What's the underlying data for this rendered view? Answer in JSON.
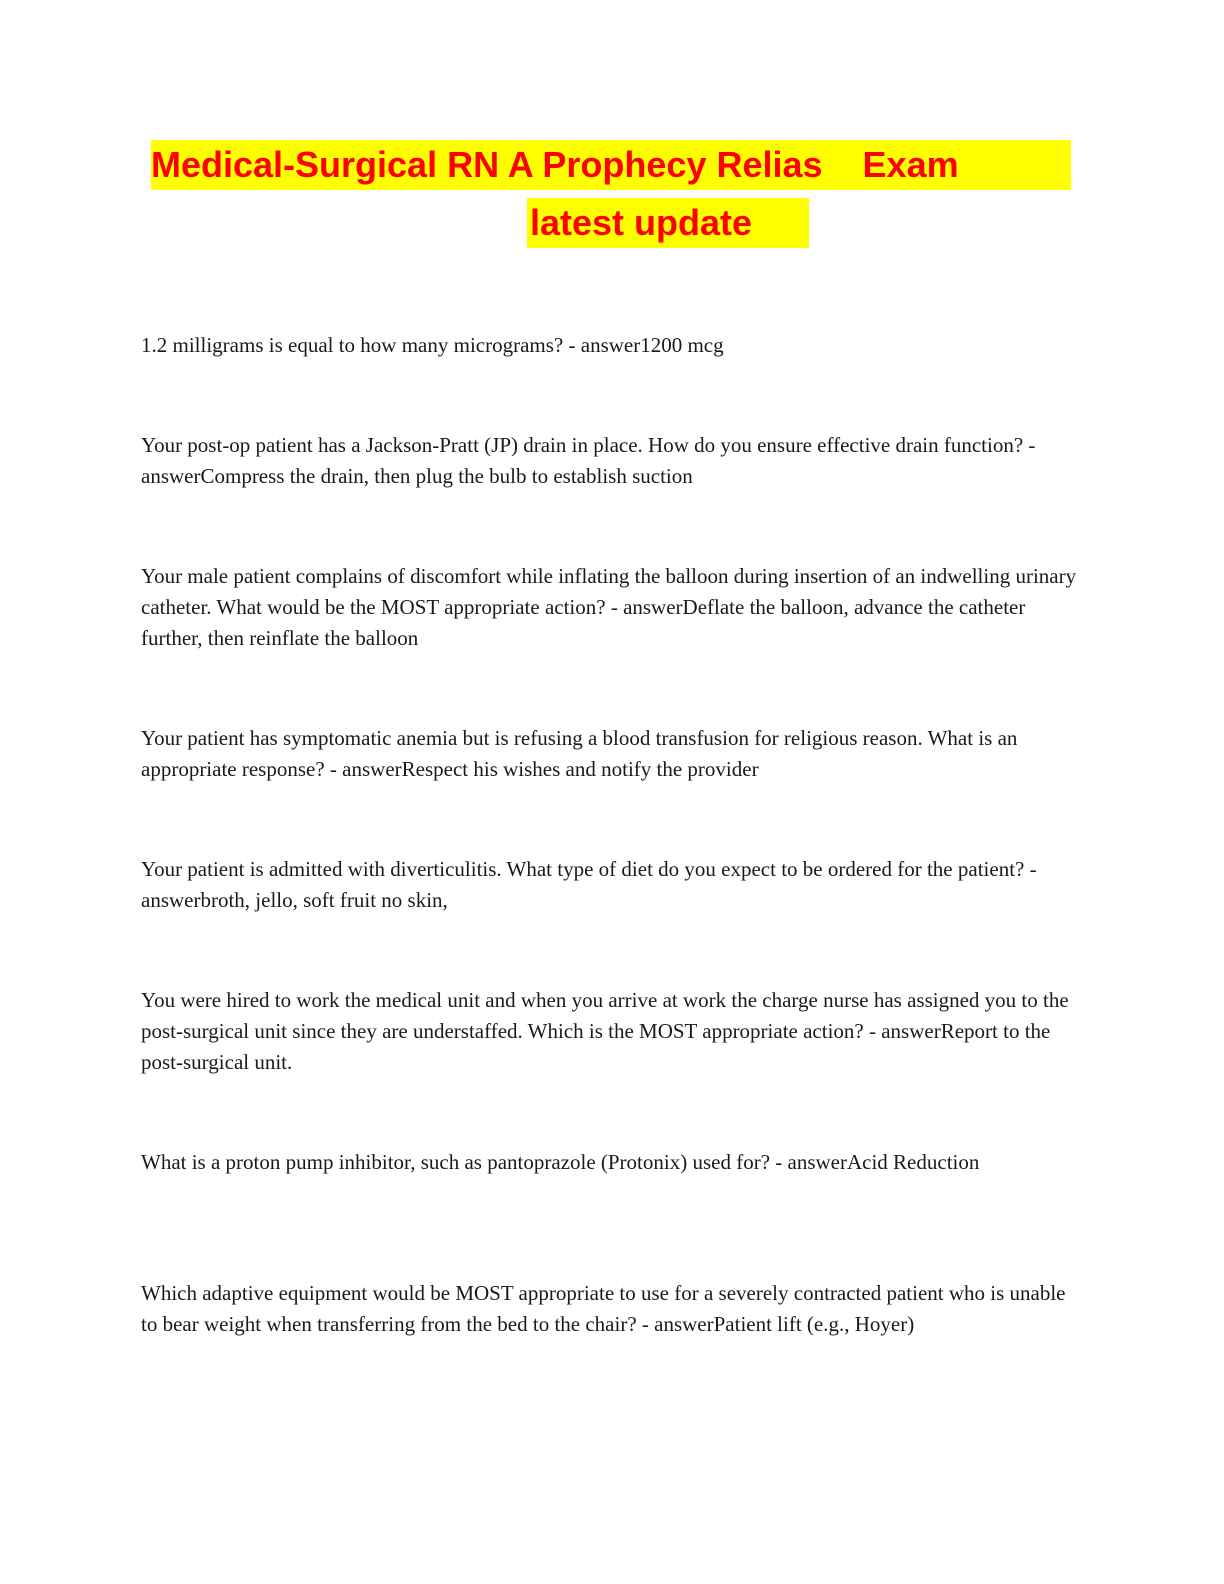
{
  "document": {
    "title_line_1": "Medical-Surgical RN A Prophecy Relias    Exam",
    "title_line_2": "latest update",
    "qa": [
      "1.2 milligrams is equal to how many micrograms? - answer1200 mcg",
      "Your post-op patient has a Jackson-Pratt (JP) drain in place. How do you ensure effective drain function? - answerCompress the drain, then plug the bulb to establish suction",
      "Your male patient complains of discomfort while inflating the balloon during insertion of an indwelling urinary catheter. What would be the MOST appropriate action? - answerDeflate the balloon, advance the catheter further, then reinflate the balloon",
      "Your patient has symptomatic anemia but is refusing a blood transfusion for religious reason. What is an appropriate response? - answerRespect his wishes and notify the provider",
      "Your patient is admitted with diverticulitis. What type of diet do you expect to be ordered for the patient? - answerbroth, jello, soft fruit no skin,",
      "You were hired to work the medical unit and when you arrive at work the charge nurse has assigned you to the post-surgical unit since they are understaffed. Which is the MOST appropriate action? - answerReport to the post-surgical unit.",
      "What is a proton pump inhibitor, such as pantoprazole (Protonix) used for? - answerAcid Reduction",
      "Which adaptive equipment would be MOST appropriate to use for a severely contracted patient who is unable to bear weight when transferring from the bed to the chair? - answerPatient lift (e.g., Hoyer)"
    ]
  }
}
